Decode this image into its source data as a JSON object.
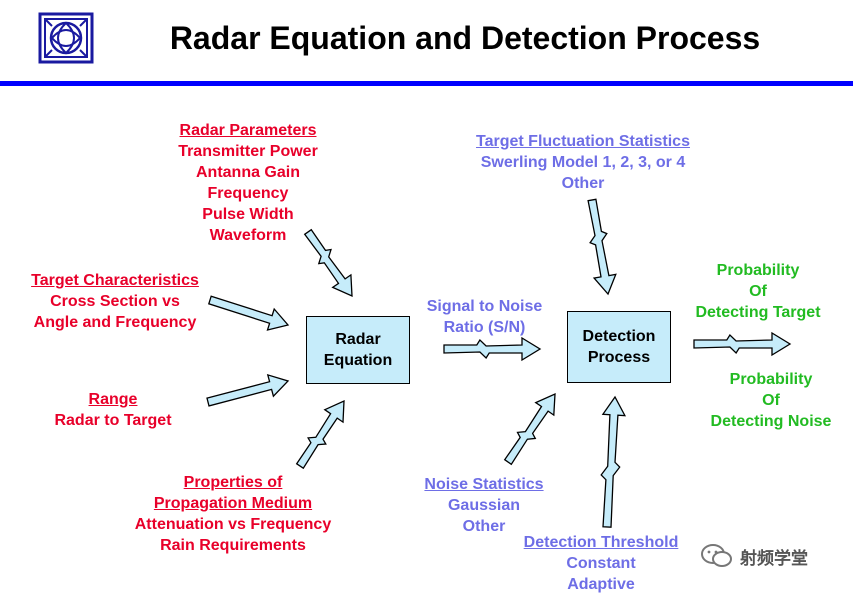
{
  "header": {
    "title": "Radar Equation and Detection Process"
  },
  "boxes": {
    "radar_equation": [
      "Radar",
      "Equation"
    ],
    "detection_process": [
      "Detection",
      "Process"
    ]
  },
  "inputs": {
    "radar_parameters": {
      "heading": "Radar Parameters",
      "items": [
        "Transmitter Power",
        "Antanna Gain",
        "Frequency",
        "Pulse Width",
        "Waveform"
      ]
    },
    "target_characteristics": {
      "heading": "Target Characteristics",
      "items": [
        "Cross Section vs",
        "Angle and Frequency"
      ]
    },
    "range": {
      "heading": "Range",
      "items": [
        "Radar to Target"
      ]
    },
    "propagation": {
      "heading": [
        "Properties of",
        "Propagation Medium"
      ],
      "items": [
        "Attenuation vs Frequency",
        "Rain Requirements"
      ]
    },
    "target_fluctuation": {
      "heading": "Target Fluctuation Statistics",
      "items": [
        "Swerling Model 1, 2, 3, or 4",
        "Other"
      ]
    },
    "noise_statistics": {
      "heading": "Noise Statistics",
      "items": [
        "Gaussian",
        "Other"
      ]
    },
    "detection_threshold": {
      "heading": "Detection Threshold",
      "items": [
        "Constant",
        "Adaptive"
      ]
    }
  },
  "signal_to_noise": [
    "Signal to Noise",
    "Ratio (S/N)"
  ],
  "outputs": {
    "detecting_target": [
      "Probability",
      "Of",
      "Detecting Target"
    ],
    "detecting_noise": [
      "Probability",
      "Of",
      "Detecting Noise"
    ]
  },
  "watermark": "射频学堂",
  "colors": {
    "heading_bar": "#0000ff",
    "box_fill": "#c6ecfa",
    "arrow_fill": "#c6ecfa",
    "input_red": "#e8002a",
    "input_blue": "#6e6ee6",
    "output_green": "#22bb22"
  }
}
